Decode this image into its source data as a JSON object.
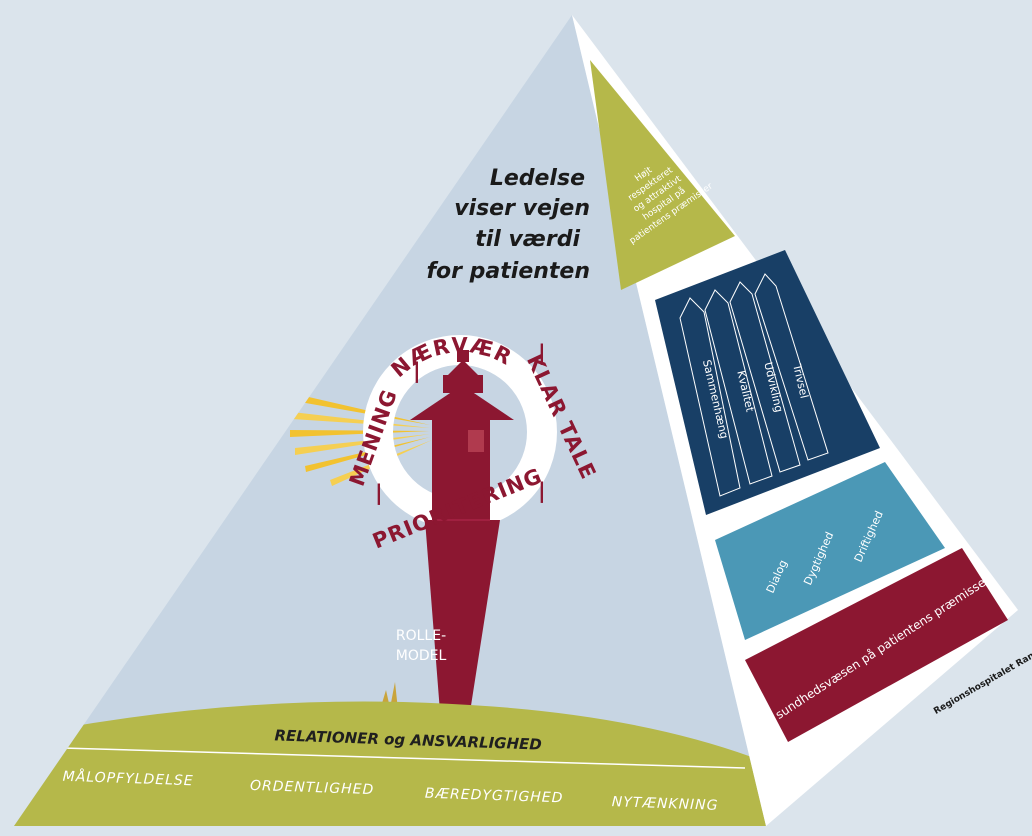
{
  "colors": {
    "background": "#dbe4ec",
    "front_face": "#c7d5e3",
    "side_face": "#ffffff",
    "olive": "#b5b84a",
    "navy": "#183f66",
    "teal": "#4b98b6",
    "burgundy": "#8c1731",
    "sun": "#f2c230"
  },
  "front": {
    "title_lines": [
      "Ledelse",
      "viser vejen",
      "til værdi",
      "for patienten"
    ],
    "ring": {
      "top": "NÆRVÆR",
      "left": "MENING",
      "right": "KLAR TALE",
      "bottom": "PRIORITERING",
      "separator": "|"
    },
    "tower_label_lines": [
      "ROLLE-",
      "MODEL"
    ],
    "foundation": {
      "title": "RELATIONER og ANSVARLIGHED",
      "values": [
        "MÅLOPFYLDELSE",
        "ORDENTLIGHED",
        "BÆREDYGTIGHED",
        "NYTÆNKNING"
      ]
    }
  },
  "side": {
    "vision_lines": [
      "Højt",
      "respekteret",
      "og attraktivt",
      "hospital på",
      "patientens præmisser"
    ],
    "pillars": [
      "Sammenhæng",
      "Kvalitet",
      "Udvikling",
      "Trivsel"
    ],
    "dialog_words": [
      "Dialog",
      "Dygtighed",
      "Driftighed"
    ],
    "base_text": "Et sundhedsvæsen på patientens præmisser",
    "logo": "Regionshospitalet Randers"
  }
}
